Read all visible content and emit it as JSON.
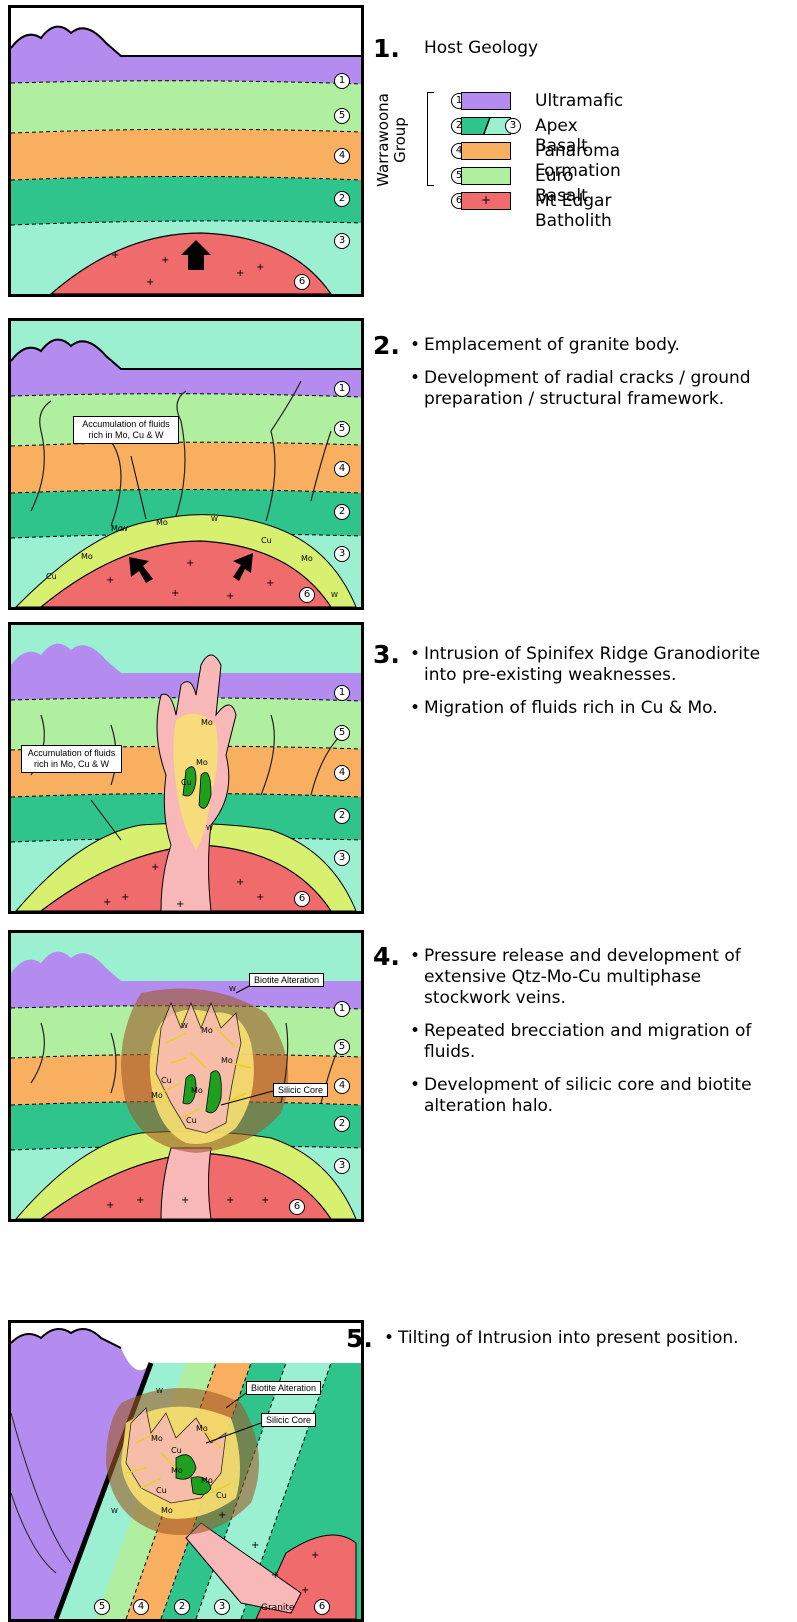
{
  "colors": {
    "ultramafic": "#b48cf0",
    "euro_basalt": "#b0eea0",
    "panaroma": "#f8b060",
    "apex_dark": "#2ec48c",
    "apex_light": "#9af0d0",
    "batholith": "#f06c6c",
    "granodiorite": "#f8b8b8",
    "fluid": "#f8e070",
    "alteration_rim": "#d8f070",
    "biotite": "#c8804a",
    "silicic_green": "#1ea01e"
  },
  "steps": [
    {
      "num": "1.",
      "title": "Host Geology"
    },
    {
      "num": "2.",
      "bullets": [
        "Emplacement of granite body.",
        "Development of radial cracks / ground preparation / structural framework."
      ]
    },
    {
      "num": "3.",
      "bullets": [
        "Intrusion of Spinifex Ridge Granodiorite into pre-existing weaknesses.",
        "Migration of fluids rich in Cu & Mo."
      ]
    },
    {
      "num": "4.",
      "bullets": [
        "Pressure release and development of extensive Qtz-Mo-Cu multiphase stockwork veins.",
        "Repeated brecciation and migration of fluids.",
        "Development of silicic core and biotite alteration halo."
      ]
    },
    {
      "num": "5.",
      "bullets": [
        "Tilting of Intrusion into present position."
      ]
    }
  ],
  "legend": {
    "group_label_1": "Warrawoona",
    "group_label_2": "Group",
    "items": [
      {
        "label": "Ultramafic",
        "marker": "1"
      },
      {
        "label": "Apex Basalt",
        "marker": "2",
        "marker2": "3"
      },
      {
        "label": "Panaroma Formation",
        "marker": "4"
      },
      {
        "label": "Euro Basalt",
        "marker": "5"
      },
      {
        "label": "Mt Edgar Batholith",
        "marker": "6",
        "symbol": "+"
      }
    ]
  },
  "layer_markers": [
    "1",
    "5",
    "4",
    "2",
    "3",
    "6"
  ],
  "panel5_markers": [
    "5",
    "4",
    "2",
    "3",
    "6"
  ],
  "callouts": {
    "fluids": "Accumulation of fluids rich in Mo, Cu & W",
    "biotite": "Biotite Alteration",
    "silicic": "Silicic Core"
  },
  "minerals": {
    "mo": "Mo",
    "cu": "Cu",
    "w": "W",
    "granite": "Granite"
  }
}
